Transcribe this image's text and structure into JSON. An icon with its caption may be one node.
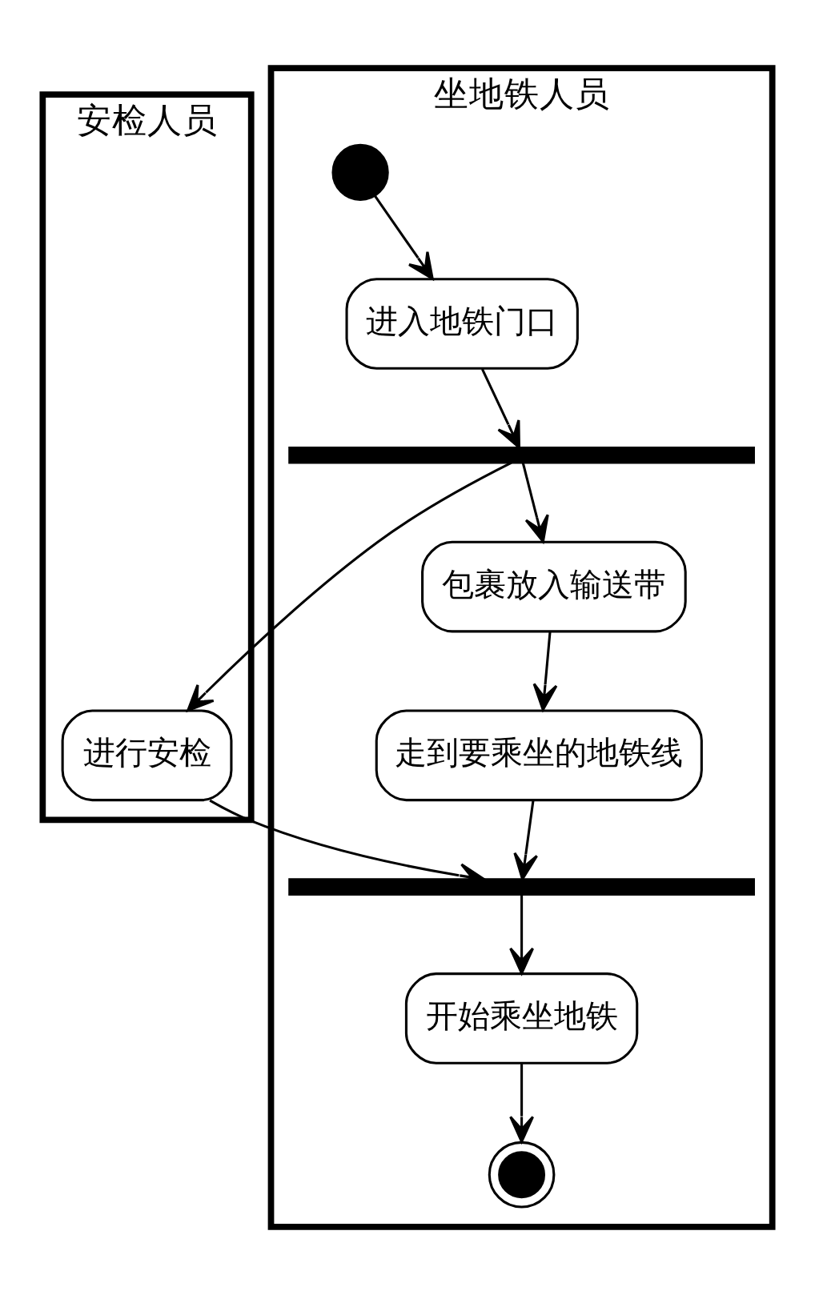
{
  "diagram": {
    "nodes": [
      {
        "text": [
          "安检人员"
        ]
      },
      {
        "text": [
          "坐地铁人员"
        ]
      },
      {
        "text": [],
        "shape": "circle",
        "in": 1
      },
      {
        "text": [
          "进入地铁门口"
        ],
        "in": 1
      },
      {
        "text": [],
        "shape": "bar",
        "in": 1
      },
      {
        "text": [
          "包裹放入输送带"
        ],
        "in": 1
      },
      {
        "text": [
          "进行安检"
        ],
        "in": 0
      },
      {
        "text": [
          "走到要乘坐的地铁线"
        ],
        "in": 1
      },
      {
        "text": [],
        "shape": "bar",
        "in": 1
      },
      {
        "text": [
          "开始乘坐地铁"
        ],
        "in": 1
      },
      {
        "text": [],
        "shape": "circle",
        "in": 1
      }
    ],
    "edges": [
      {
        "from": 2,
        "to": 3,
        "arrow": "to"
      },
      {
        "from": 3,
        "to": 4,
        "arrow": "to"
      },
      {
        "from": 4,
        "to": 5,
        "arrow": "to"
      },
      {
        "from": 4,
        "to": 6,
        "arrow": "to"
      },
      {
        "from": 5,
        "to": 7,
        "arrow": "to"
      },
      {
        "from": 7,
        "to": 8,
        "arrow": "to"
      },
      {
        "from": 6,
        "to": 8,
        "arrow": "to"
      },
      {
        "from": 8,
        "to": 9,
        "arrow": "to"
      },
      {
        "from": 9,
        "to": 10,
        "arrow": "to"
      }
    ]
  }
}
